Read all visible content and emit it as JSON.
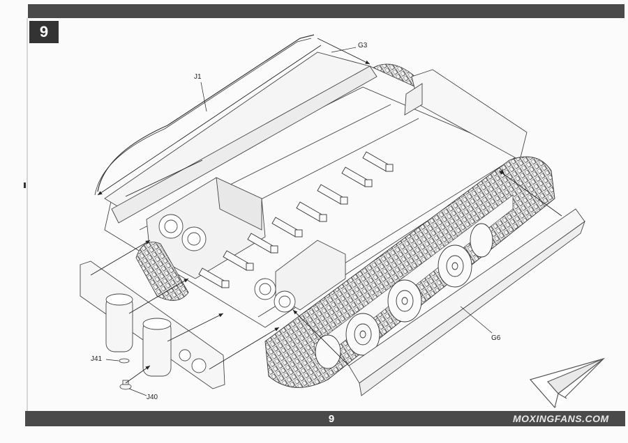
{
  "step": {
    "number": "9"
  },
  "footer": {
    "page_number": "9",
    "brand": "MOXINGFANS.COM"
  },
  "parts": [
    {
      "id": "g3",
      "label": "G3"
    },
    {
      "id": "j1",
      "label": "J1"
    },
    {
      "id": "g6",
      "label": "G6"
    },
    {
      "id": "j41",
      "label": "J41"
    },
    {
      "id": "j40",
      "label": "J40"
    }
  ]
}
